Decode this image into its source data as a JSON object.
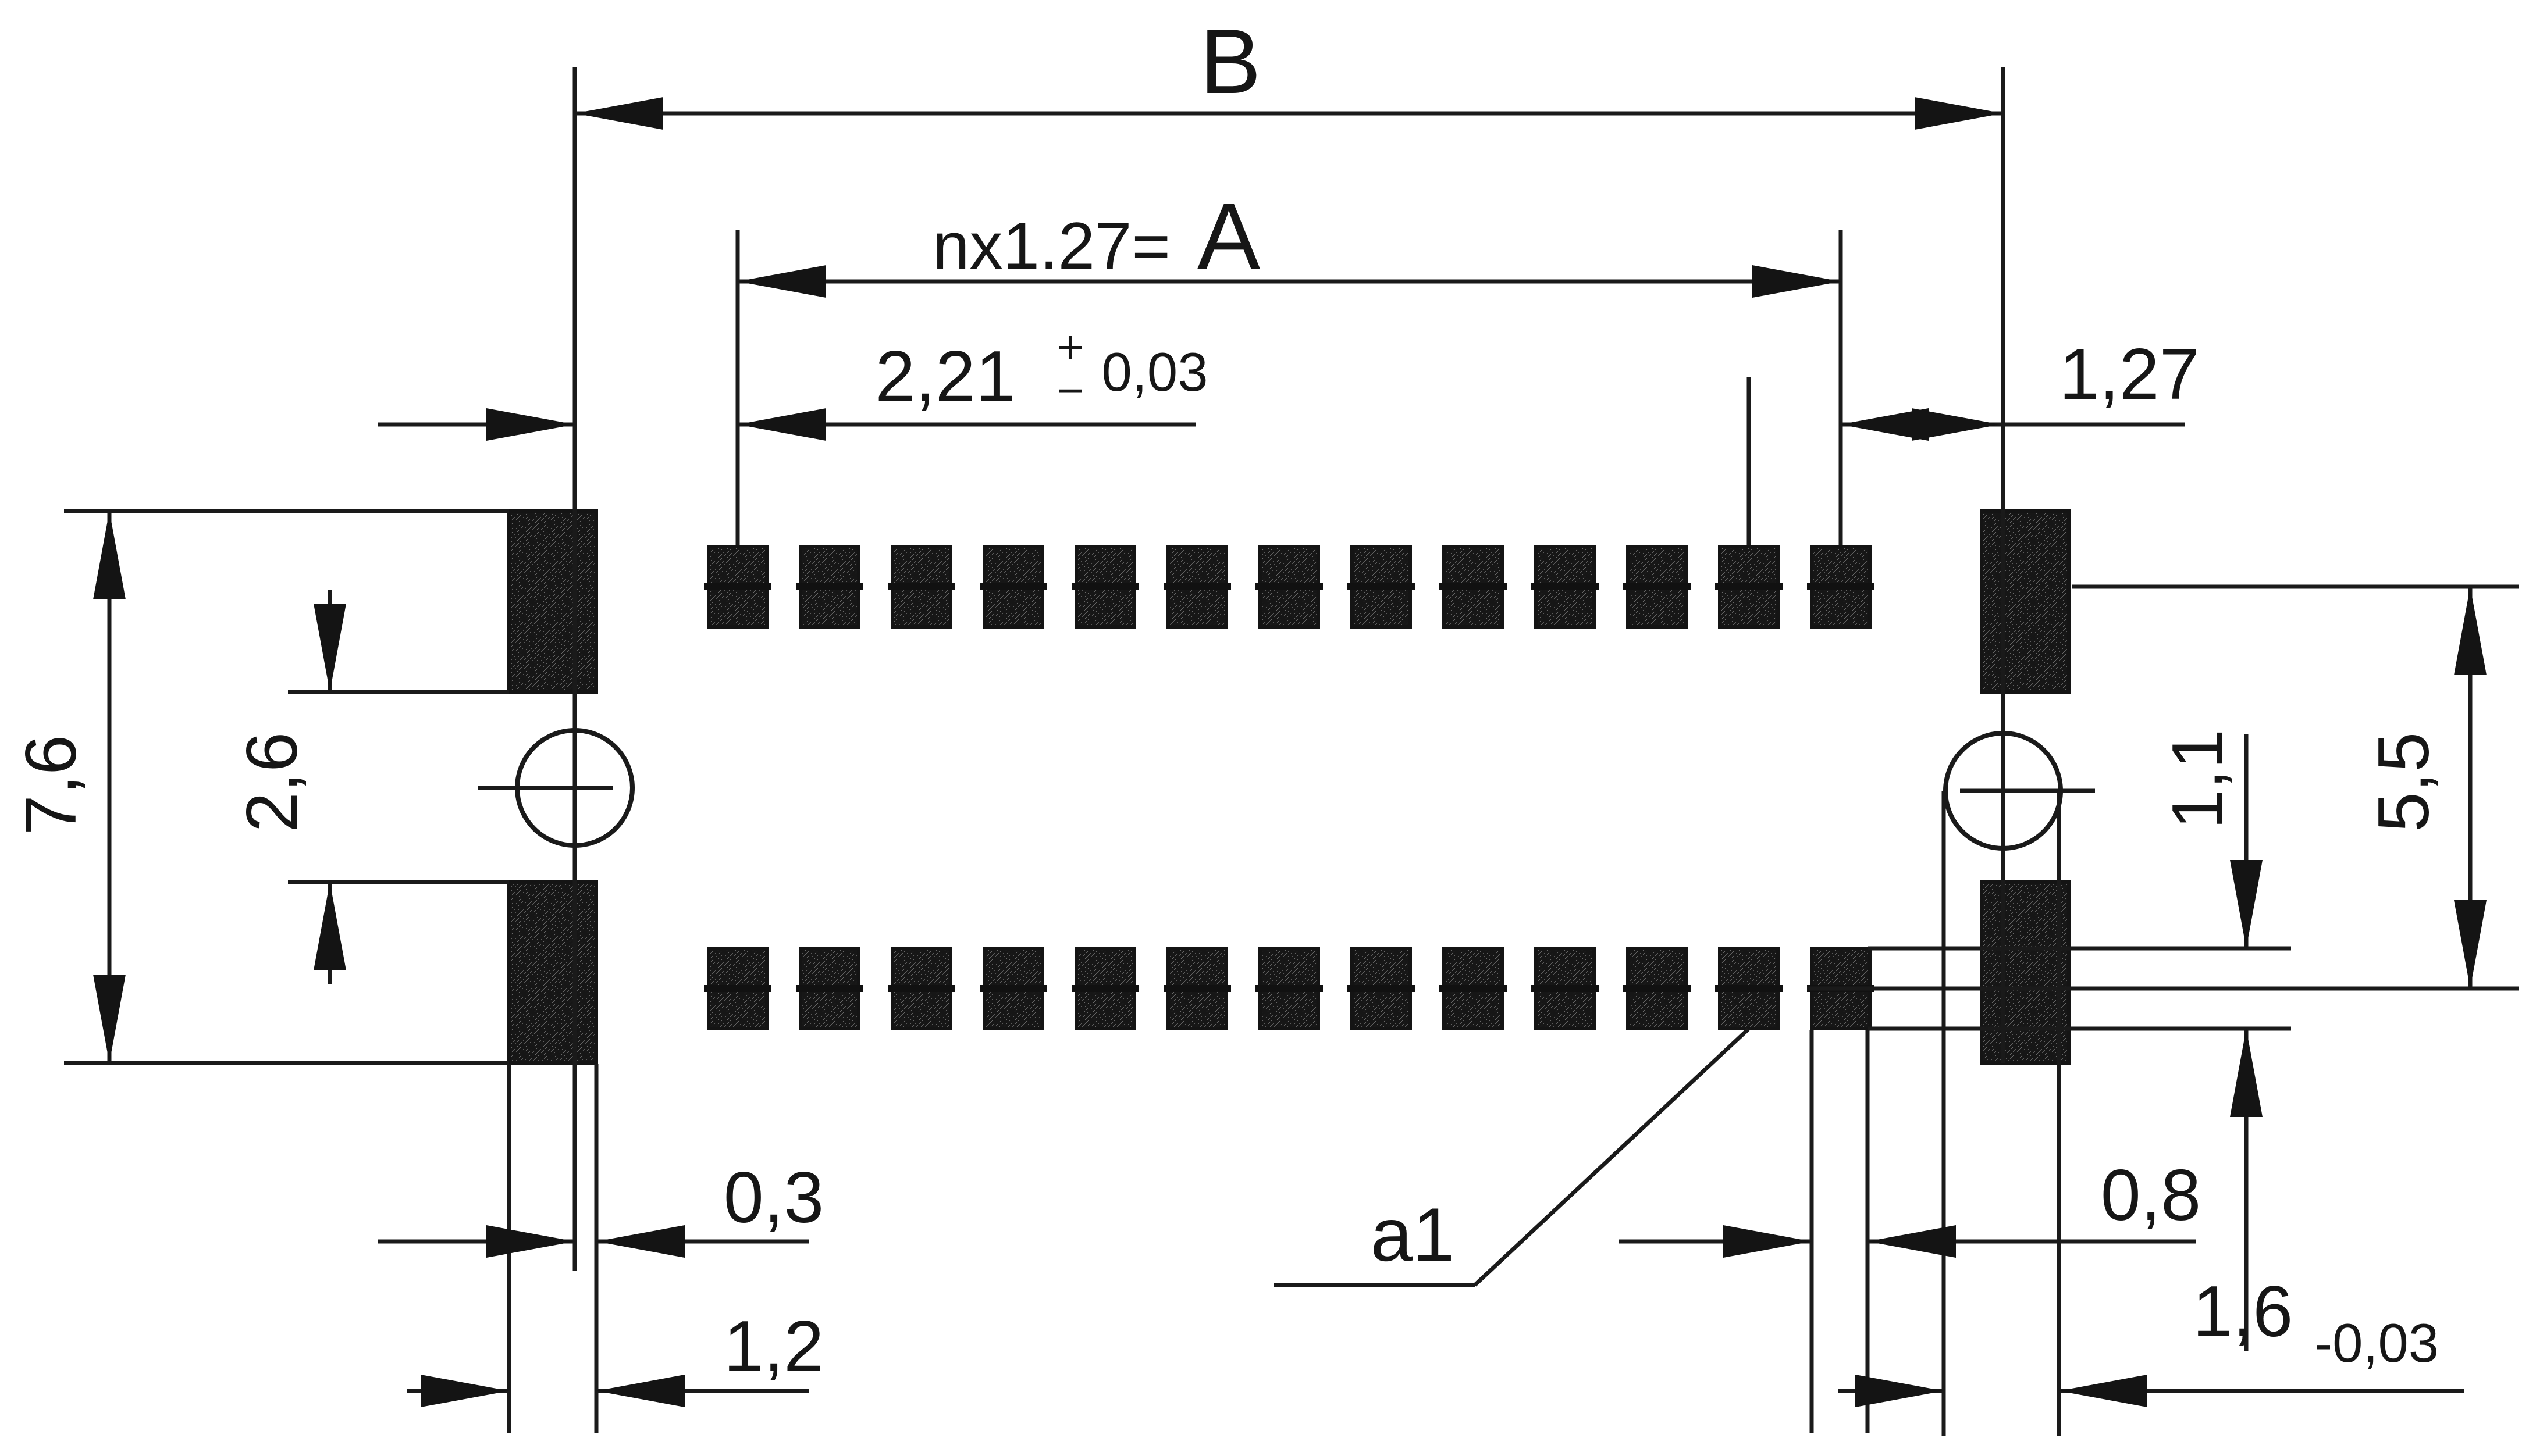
{
  "drawing": {
    "labels": {
      "overall_width": "B",
      "pitch_formula": "nx1.27=",
      "pitch_total": "A",
      "first_pad_offset": "2,21",
      "tol_plus": "+",
      "tol_minus": "−",
      "tol_value": "0,03",
      "pitch": "1,27",
      "outer_height": "7,6",
      "corner_gap": "2,6",
      "row_spacing": "5,5",
      "pad_height": "1,1",
      "center_offset": "0,3",
      "corner_pad_width": "1,2",
      "pad_width": "0,8",
      "hole_diameter": "1,6",
      "hole_tolerance": "-0,03",
      "pin_label": "a1"
    },
    "footprint": {
      "pads_per_row": 13,
      "rows": 2,
      "corner_pads": 4,
      "locating_holes": 2
    }
  }
}
